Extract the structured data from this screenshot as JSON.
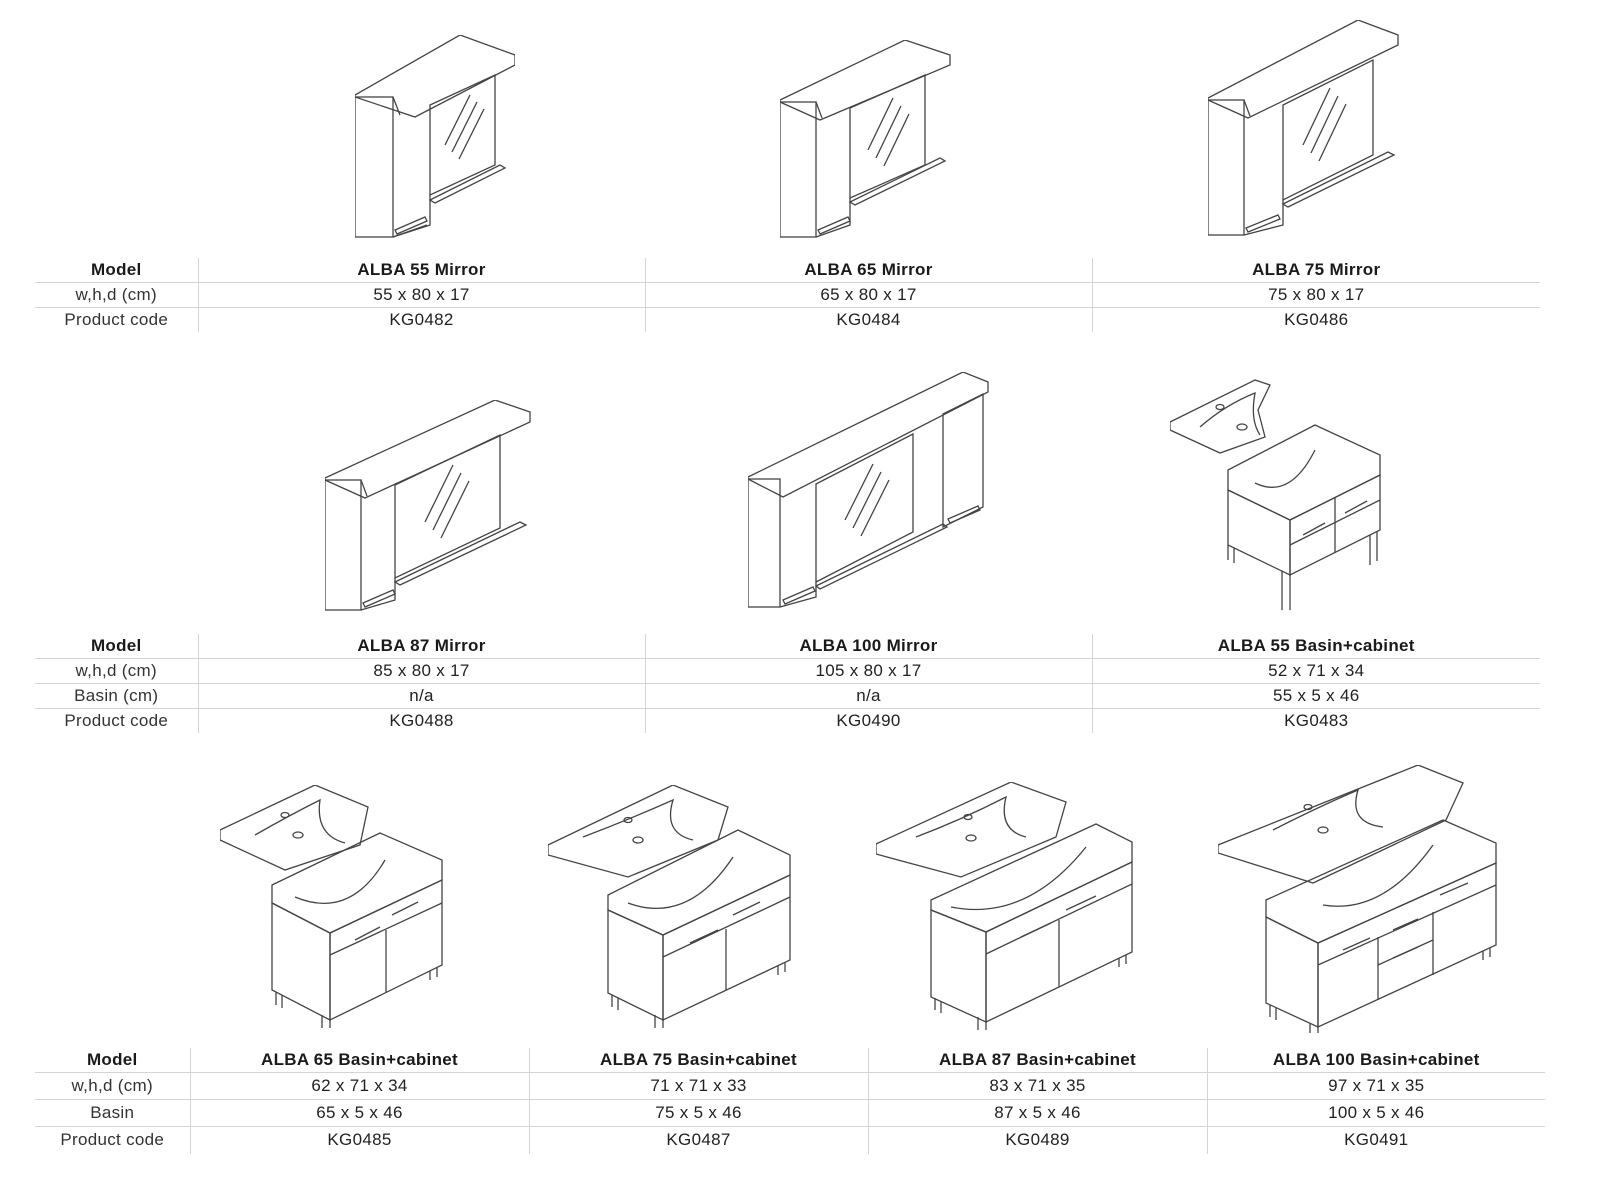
{
  "labels": {
    "model": "Model",
    "dims": "w,h,d (cm)",
    "basin_cm": "Basin (cm)",
    "basin": "Basin",
    "code": "Product code"
  },
  "row1": [
    {
      "model": "ALBA 55 Mirror",
      "dims": "55 x 80 x 17",
      "code": "KG0482"
    },
    {
      "model": "ALBA 65 Mirror",
      "dims": "65 x 80 x 17",
      "code": "KG0484"
    },
    {
      "model": "ALBA 75 Mirror",
      "dims": "75 x 80 x 17",
      "code": "KG0486"
    }
  ],
  "row2": [
    {
      "model": "ALBA 87 Mirror",
      "dims": "85 x 80 x 17",
      "basin": "n/a",
      "code": "KG0488"
    },
    {
      "model": "ALBA 100 Mirror",
      "dims": "105 x 80 x 17",
      "basin": "n/a",
      "code": "KG0490"
    },
    {
      "model": "ALBA 55 Basin+cabinet",
      "dims": "52 x 71 x 34",
      "basin": "55 x 5 x 46",
      "code": "KG0483"
    }
  ],
  "row3": [
    {
      "model": "ALBA 65 Basin+cabinet",
      "dims": "62 x 71 x 34",
      "basin": "65 x 5 x 46",
      "code": "KG0485"
    },
    {
      "model": "ALBA 75 Basin+cabinet",
      "dims": "71 x 71 x 33",
      "basin": "75 x 5 x 46",
      "code": "KG0487"
    },
    {
      "model": "ALBA 87 Basin+cabinet",
      "dims": "83 x 71 x 35",
      "basin": "87 x 5 x 46",
      "code": "KG0489"
    },
    {
      "model": "ALBA 100 Basin+cabinet",
      "dims": "97 x 71 x 35",
      "basin": "100 x 5 x 46",
      "code": "KG0491"
    }
  ]
}
